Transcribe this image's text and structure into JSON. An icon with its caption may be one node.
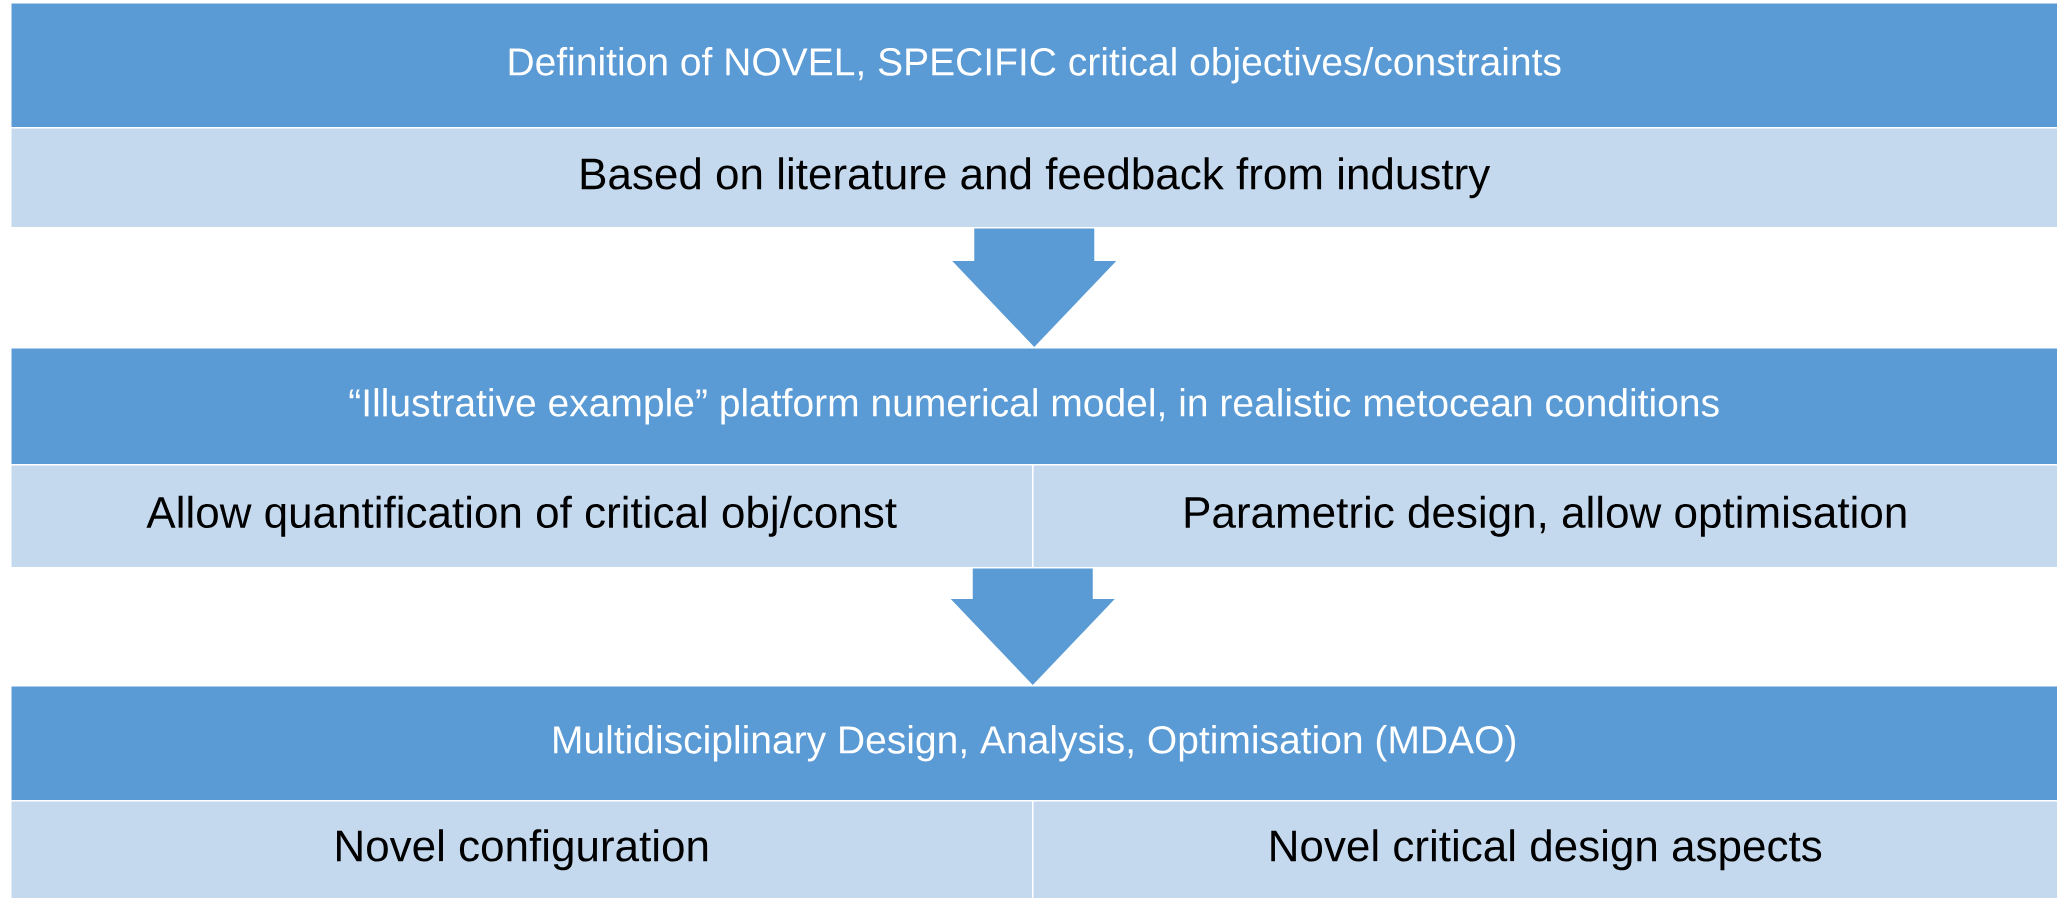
{
  "diagram": {
    "nodes": [
      {
        "text": [
          "Definition of NOVEL, SPECIFIC critical objectives/constraints"
        ]
      },
      {
        "text": [
          "Based on literature and feedback from industry"
        ]
      },
      {
        "text": [
          "“Illustrative example” platform numerical model, in realistic metocean conditions"
        ]
      },
      {
        "text": [
          "Allow quantification of critical obj/const"
        ]
      },
      {
        "text": [
          "Parametric design, allow optimisation"
        ]
      },
      {
        "text": [
          "Multidisciplinary Design, Analysis, Optimisation (MDAO)"
        ]
      },
      {
        "text": [
          "Novel configuration"
        ]
      },
      {
        "text": [
          "Novel critical design aspects"
        ]
      }
    ],
    "edges": [
      {
        "from": 1,
        "to": 2,
        "arrow": "to"
      },
      {
        "from": 3,
        "to": 5,
        "arrow": "to"
      },
      {
        "from": 4,
        "to": 5,
        "arrow": "to"
      }
    ]
  }
}
